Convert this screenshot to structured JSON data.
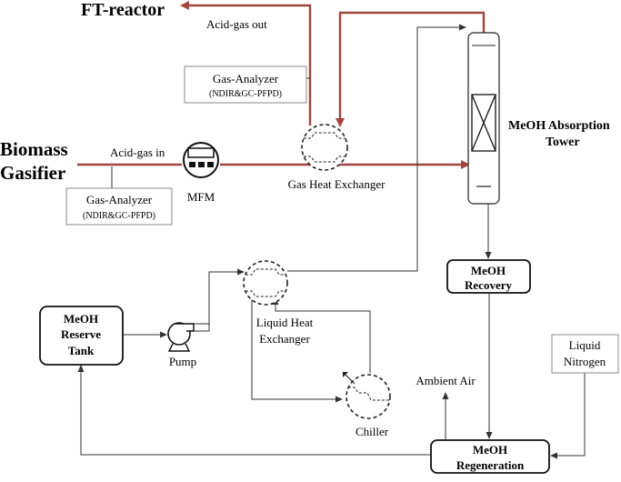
{
  "colors": {
    "gas_line": "#a0453f",
    "line": "#333333",
    "box_border": "#222222",
    "analyzer_border": "#888888",
    "background": "#ffffff"
  },
  "labels": {
    "ft_reactor": "FT-reactor",
    "acid_gas_out": "Acid-gas out",
    "acid_gas_in": "Acid-gas in",
    "biomass_line1": "Biomass",
    "biomass_line2": "Gasifier",
    "analyzer_top_title": "Gas-Analyzer",
    "analyzer_top_sub": "(NDIR&GC-PFPD)",
    "analyzer_bottom_title": "Gas-Analyzer",
    "analyzer_bottom_sub": "(NDIR&GC-PFPD)",
    "mfm": "MFM",
    "gas_heat_exchanger": "Gas Heat Exchanger",
    "absorption_line1": "MeOH Absorption",
    "absorption_line2": "Tower",
    "recovery_line1": "MeOH",
    "recovery_line2": "Recovery",
    "reserve_line1": "MeOH",
    "reserve_line2": "Reserve",
    "reserve_line3": "Tank",
    "pump": "Pump",
    "liquid_hx_line1": "Liquid Heat",
    "liquid_hx_line2": "Exchanger",
    "chiller": "Chiller",
    "ambient_air": "Ambient Air",
    "liquid_nitrogen_line1": "Liquid",
    "liquid_nitrogen_line2": "Nitrogen",
    "regeneration_line1": "MeOH",
    "regeneration_line2": "Regeneration"
  }
}
